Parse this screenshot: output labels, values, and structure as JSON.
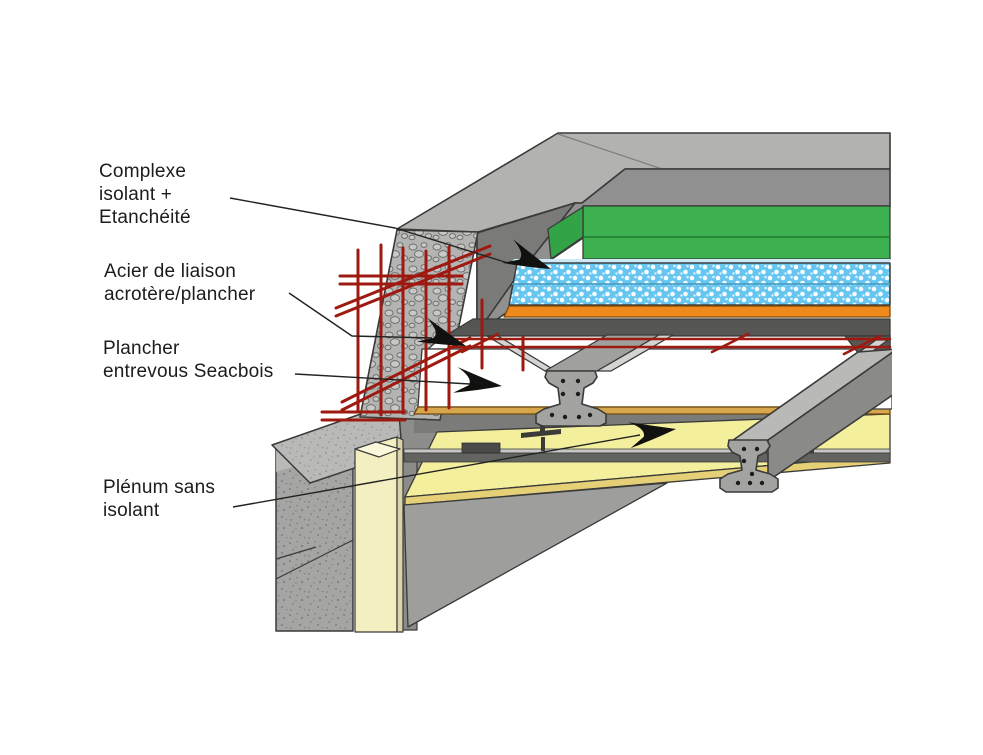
{
  "diagram": {
    "description": "Coupe technique toiture-terrasse / plancher Seacbois",
    "labels": [
      {
        "id": "complexe-isolant",
        "lines": [
          "Complexe",
          "isolant +",
          "Etanchéité"
        ]
      },
      {
        "id": "acier-liaison",
        "lines": [
          "Acier de liaison",
          "acrotère/plancher"
        ]
      },
      {
        "id": "plancher-seacbois",
        "lines": [
          "Plancher",
          "entrevous Seacbois"
        ]
      },
      {
        "id": "plenum",
        "lines": [
          "Plénum sans",
          "isolant"
        ]
      }
    ],
    "colors": {
      "rebar_red": "#9e1a10",
      "insulation_green": "#3db04f",
      "insulation_blue": "#66c6f0",
      "waterproofing_orange": "#f0891c",
      "slab_dark_gray": "#565655",
      "concrete_light_gray": "#b2b2b1",
      "ceiling_yellow": "#f4ef9d",
      "wood_tan": "#d8a74c",
      "outline": "#3a3a39"
    }
  }
}
